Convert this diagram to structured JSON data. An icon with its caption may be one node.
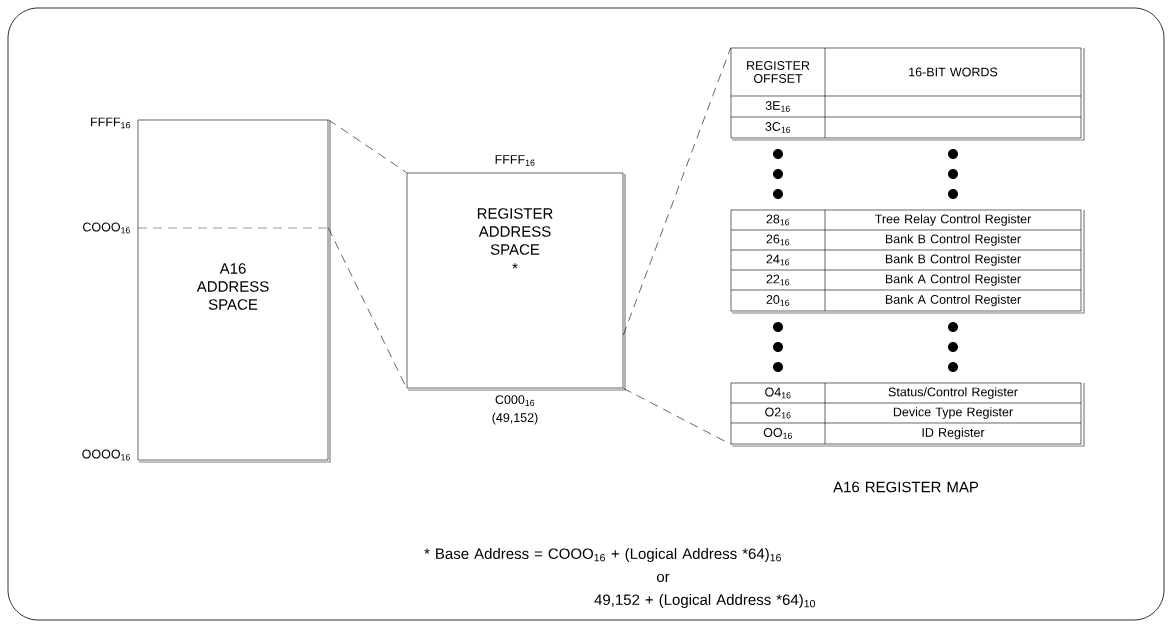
{
  "diagram": {
    "nodes": [
      {
        "text": [
          "A16 ADDRESS SPACE"
        ],
        "beside": [
          "FFFF$_{16}$",
          "COOO$_{16}$",
          "OOOO$_{16}$"
        ]
      },
      {
        "text": [
          "REGISTER ADDRESS SPACE",
          "*"
        ],
        "beside": [
          "FFFF$_{16}$",
          "C000$_{16}$ (49,152)"
        ]
      },
      {
        "text": [
          "REGISTER OFFSET",
          "16-BIT WORDS",
          "3E$_{16}$",
          "3C$_{16}$"
        ]
      },
      {
        "text": [
          "28$_{16}$",
          "Tree Relay Control Register",
          "26$_{16}$",
          "Bank B Control Register",
          "24$_{16}$",
          "Bank B Control Register",
          "22$_{16}$",
          "Bank A Control Register",
          "20$_{16}$",
          "Bank A Control Register"
        ]
      },
      {
        "text": [
          "O4$_{16}$",
          "Status/Control Register",
          "O2$_{16}$",
          "Device Type Register",
          "OO$_{16}$",
          "ID Register"
        ]
      }
    ],
    "edges": [
      {
        "from": 0,
        "to": 1,
        "arrow": "none",
        "style": "dashed"
      },
      {
        "from": 0,
        "to": 1,
        "arrow": "none",
        "style": "dashed"
      },
      {
        "from": 1,
        "to": 2,
        "arrow": "none",
        "style": "dashed"
      },
      {
        "from": 1,
        "to": 4,
        "arrow": "none",
        "style": "dashed"
      }
    ],
    "labels": [
      "A16 REGISTER MAP",
      "* Base Address = COOO$_{16}$ + (Logical Address *64)$_{16}$",
      "or",
      "49,152 + (Logical Address *64)$_{10}$"
    ]
  }
}
